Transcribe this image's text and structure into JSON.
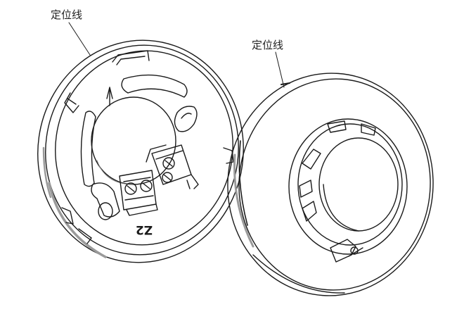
{
  "callouts": [
    {
      "text": "定位线"
    },
    {
      "text": "定位线"
    }
  ],
  "base_marking": "Z2",
  "colors": {
    "stroke": "#1a1a1a",
    "fill": "#ffffff",
    "shade": "#cfcfcf"
  }
}
